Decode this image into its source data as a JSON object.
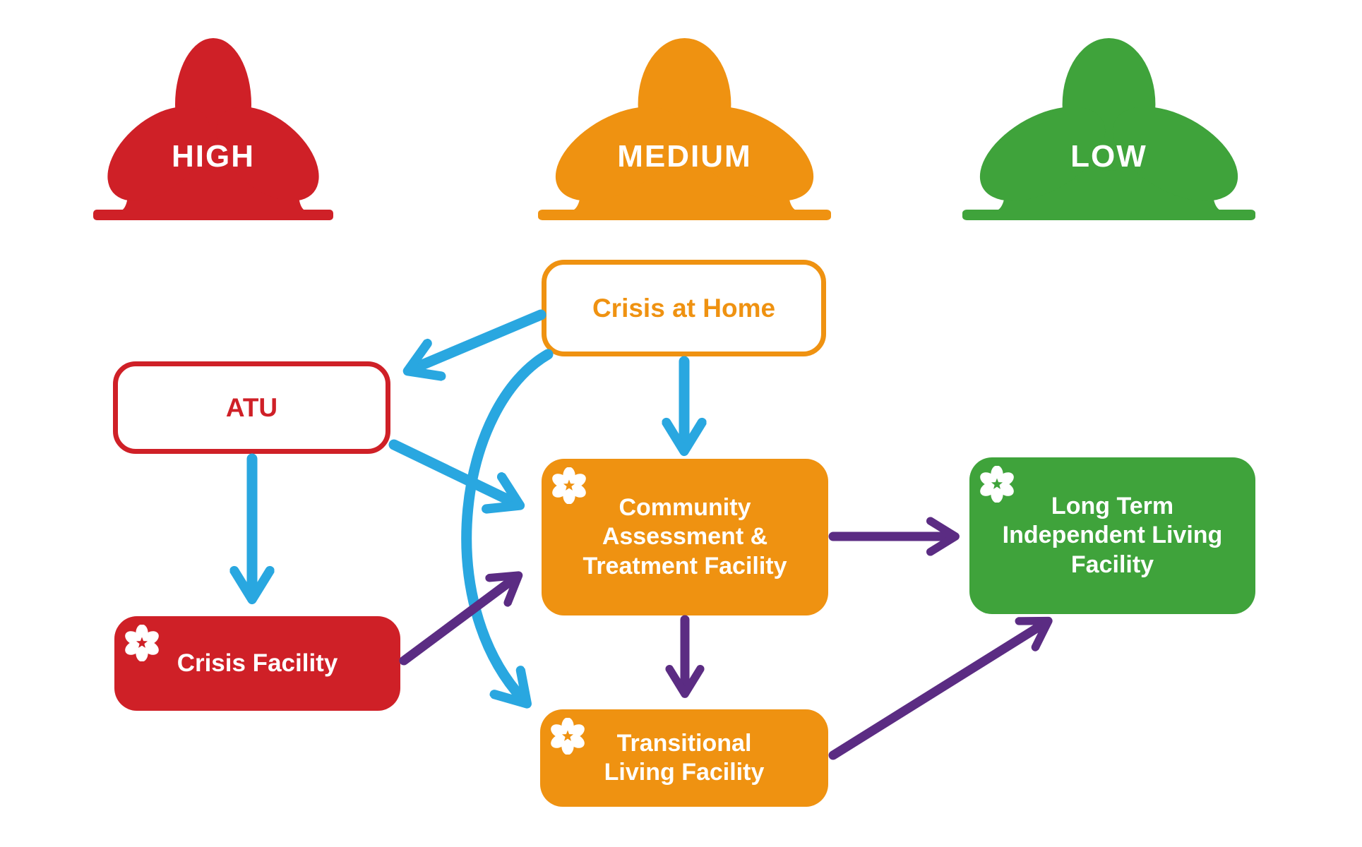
{
  "diagram": {
    "description_icons": {
      "flower_badge": "six-petal-flower-with-star-cutout-icon",
      "risk_shape": "three-petal-lotus-flower-shape"
    },
    "colors": {
      "red": "#cf2027",
      "orange": "#ef9211",
      "green": "#3fa33b",
      "arrow_blue": "#29a7e0",
      "arrow_purple": "#5b2c83",
      "text_on_fill": "#ffffff"
    },
    "risk_levels": [
      {
        "id": "high",
        "label": "HIGH",
        "color": "#cf2027"
      },
      {
        "id": "medium",
        "label": "MEDIUM",
        "color": "#ef9211"
      },
      {
        "id": "low",
        "label": "LOW",
        "color": "#3fa33b"
      }
    ],
    "nodes": {
      "crisis_at_home": {
        "label": "Crisis at Home",
        "style": "outline",
        "color": "#ef9211",
        "flower_icon": false
      },
      "atu": {
        "label": "ATU",
        "style": "outline",
        "color": "#cf2027",
        "flower_icon": false
      },
      "catf": {
        "label": "Community\nAssessment &\nTreatment Facility",
        "style": "filled",
        "color": "#ef9211",
        "flower_icon": true
      },
      "crisis_facility": {
        "label": "Crisis Facility",
        "style": "filled",
        "color": "#cf2027",
        "flower_icon": true
      },
      "long_term": {
        "label": "Long Term\nIndependent Living\nFacility",
        "style": "filled",
        "color": "#3fa33b",
        "flower_icon": true
      },
      "transitional": {
        "label": "Transitional\nLiving Facility",
        "style": "filled",
        "color": "#ef9211",
        "flower_icon": true
      }
    },
    "connections": [
      {
        "from": "crisis_at_home",
        "to": "atu",
        "color": "blue"
      },
      {
        "from": "crisis_at_home",
        "to": "catf",
        "color": "blue"
      },
      {
        "from": "crisis_at_home",
        "to": "transitional",
        "color": "blue",
        "shape": "curved"
      },
      {
        "from": "atu",
        "to": "catf",
        "color": "blue"
      },
      {
        "from": "atu",
        "to": "crisis_facility",
        "color": "blue"
      },
      {
        "from": "crisis_facility",
        "to": "catf",
        "color": "purple"
      },
      {
        "from": "catf",
        "to": "long_term",
        "color": "purple"
      },
      {
        "from": "catf",
        "to": "transitional",
        "color": "purple"
      },
      {
        "from": "transitional",
        "to": "long_term",
        "color": "purple"
      }
    ]
  }
}
